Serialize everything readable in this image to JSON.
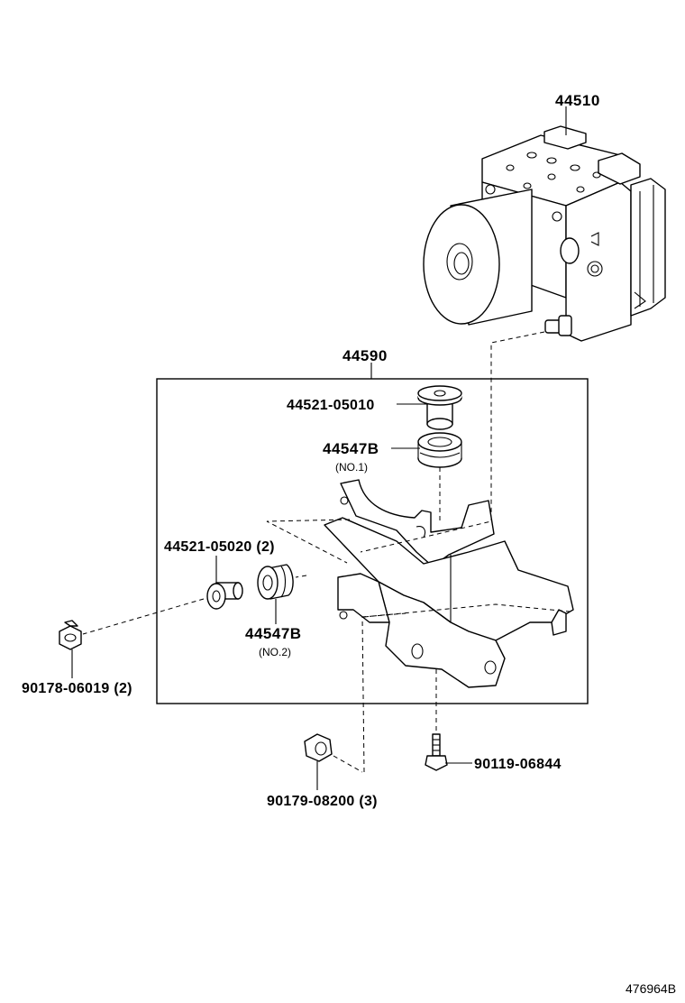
{
  "labels": {
    "p44510": "44510",
    "p44590": "44590",
    "p44521_05010": "44521-05010",
    "p44547b_no1": "44547B",
    "p44547b_no1_sub": "(NO.1)",
    "p44521_05020": "44521-05020 (2)",
    "p44547b_no2": "44547B",
    "p44547b_no2_sub": "(NO.2)",
    "p90178": "90178-06019 (2)",
    "p90119": "90119-06844",
    "p90179": "90179-08200 (3)"
  },
  "reference_code": "476964B"
}
